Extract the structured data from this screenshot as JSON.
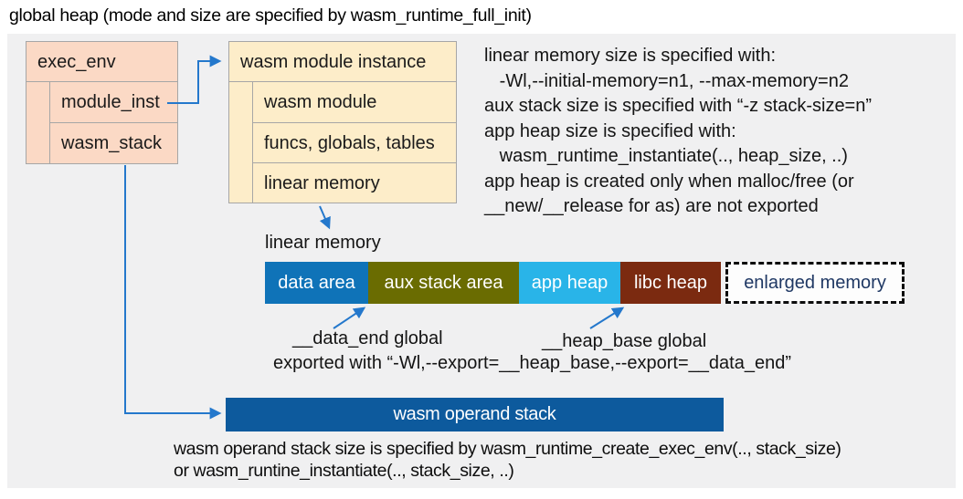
{
  "title": "global heap (mode and size are specified by wasm_runtime_full_init)",
  "colors": {
    "panel_bg": "#f0f0f1",
    "box_salmon": "#fbd9c5",
    "box_cream": "#fdedc9",
    "border_gray": "#a6a6a6",
    "arrow_blue": "#2478cc",
    "data_area": "#0f73b8",
    "aux_stack": "#6a6c01",
    "app_heap": "#29b4e8",
    "libc_heap": "#7b2a10",
    "operand_stack": "#0d5a9d",
    "enlarged_memory_text": "#1f3864"
  },
  "exec_env_box": {
    "header": "exec_env",
    "rows": [
      "module_inst",
      "wasm_stack"
    ]
  },
  "module_instance_box": {
    "header": "wasm module instance",
    "rows": [
      "wasm module",
      "funcs, globals, tables",
      "linear memory"
    ]
  },
  "notes": {
    "lines": [
      "linear memory size is specified with:",
      "   -Wl,--initial-memory=n1, --max-memory=n2",
      "aux stack size is specified with “-z stack-size=n”",
      "app heap size is specified with:",
      "   wasm_runtime_instantiate(.., heap_size, ..)",
      "app heap is created only when malloc/free (or",
      "__new/__release for as) are not exported"
    ]
  },
  "linear_memory": {
    "label": "linear memory",
    "segments": [
      {
        "label": "data area"
      },
      {
        "label": "aux stack area"
      },
      {
        "label": "app heap"
      },
      {
        "label": "libc heap"
      },
      {
        "label": "enlarged memory"
      }
    ]
  },
  "annotations": {
    "data_end": "__data_end global",
    "heap_base": "__heap_base global",
    "exported": "exported with “-Wl,--export=__heap_base,--export=__data_end”"
  },
  "operand_stack_label": "wasm operand stack",
  "footer": {
    "lines": [
      "wasm operand stack size is specified by wasm_runtime_create_exec_env(.., stack_size)",
      "or wasm_runtine_instantiate(.., stack_size, ..)"
    ]
  }
}
